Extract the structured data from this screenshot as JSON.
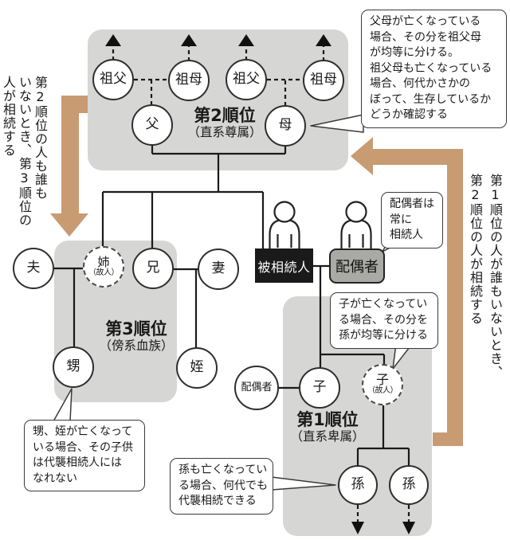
{
  "colors": {
    "panel_gray": "#d6d6d4",
    "spouse_box_gray": "#a9a9a5",
    "deceased_box_black": "#1a1a1a",
    "arrow_brown": "#c89b73"
  },
  "sections": {
    "rank2": {
      "title": "第2順位",
      "subtitle": "（直系尊属）"
    },
    "rank3": {
      "title": "第3順位",
      "subtitle": "（傍系血族）"
    },
    "rank1": {
      "title": "第1順位",
      "subtitle": "（直系卑属）"
    }
  },
  "nodes": {
    "sofu1": "祖父",
    "sobo1": "祖母",
    "sofu2": "祖父",
    "sobo2": "祖母",
    "chichi": "父",
    "haha": "母",
    "otto": "夫",
    "ane": "姉",
    "ane_note": "（故人）",
    "ani": "兄",
    "tsuma": "妻",
    "oi": "甥",
    "mei": "姪",
    "hisouzokunin": "被相続人",
    "haigusha": "配偶者",
    "haigusha2": "配偶者",
    "ko": "子",
    "ko_deceased": "子",
    "ko_deceased_note": "（故人）",
    "mago1": "孫",
    "mago2": "孫"
  },
  "callouts": {
    "grandparents": {
      "lines": [
        "父母が亡くなっている",
        "場合、その分を祖父母",
        "が均等に分ける。",
        "祖父母も亡くなっている",
        "場合、何代かさかの",
        "ぼって、生存しているか",
        "どうか確認する"
      ]
    },
    "spouse": {
      "lines": [
        "配偶者は",
        "常に",
        "相続人"
      ]
    },
    "child": {
      "lines": [
        "子が亡くなってい",
        "る場合、その分を",
        "孫が均等に分ける"
      ]
    },
    "nephew": {
      "lines": [
        "甥、姪が亡くなって",
        "いる場合、その子供",
        "は代襲相続人には",
        "なれない"
      ]
    },
    "grandchild": {
      "lines": [
        "孫も亡くなってい",
        "る場合、何代でも",
        "代襲相続できる"
      ]
    }
  },
  "side_notes": {
    "left": {
      "col1": "第2順位の人も誰も",
      "col2": "いないとき、第3順位の",
      "col3": "人が相続する"
    },
    "right": {
      "col1": "第1順位の人が誰もいないとき、",
      "col2": "第2順位の人が相続する"
    }
  }
}
